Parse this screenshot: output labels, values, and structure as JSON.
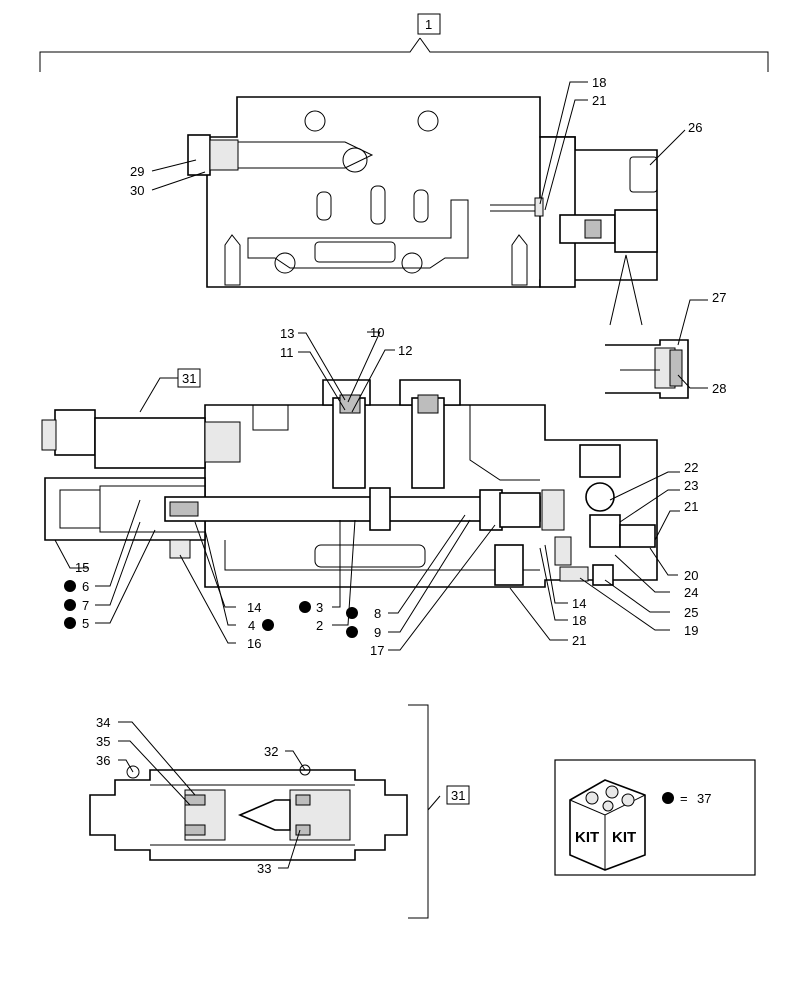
{
  "callouts": {
    "c1": "1",
    "c2": "2",
    "c3": "3",
    "c4": "4",
    "c5": "5",
    "c6": "6",
    "c7": "7",
    "c8": "8",
    "c9": "9",
    "c10": "10",
    "c11": "11",
    "c12": "12",
    "c13": "13",
    "c14a": "14",
    "c14b": "14",
    "c15": "15",
    "c16": "16",
    "c17": "17",
    "c18a": "18",
    "c18b": "18",
    "c19": "19",
    "c20": "20",
    "c21a": "21",
    "c21b": "21",
    "c21c": "21",
    "c22": "22",
    "c23": "23",
    "c24": "24",
    "c25": "25",
    "c26": "26",
    "c27": "27",
    "c28": "28",
    "c29": "29",
    "c30": "30",
    "c31a": "31",
    "c31b": "31",
    "c32": "32",
    "c33": "33",
    "c34": "34",
    "c35": "35",
    "c36": "36"
  },
  "kit": {
    "face_left": "KIT",
    "face_right": "KIT",
    "equals": "=",
    "ref": "37"
  }
}
